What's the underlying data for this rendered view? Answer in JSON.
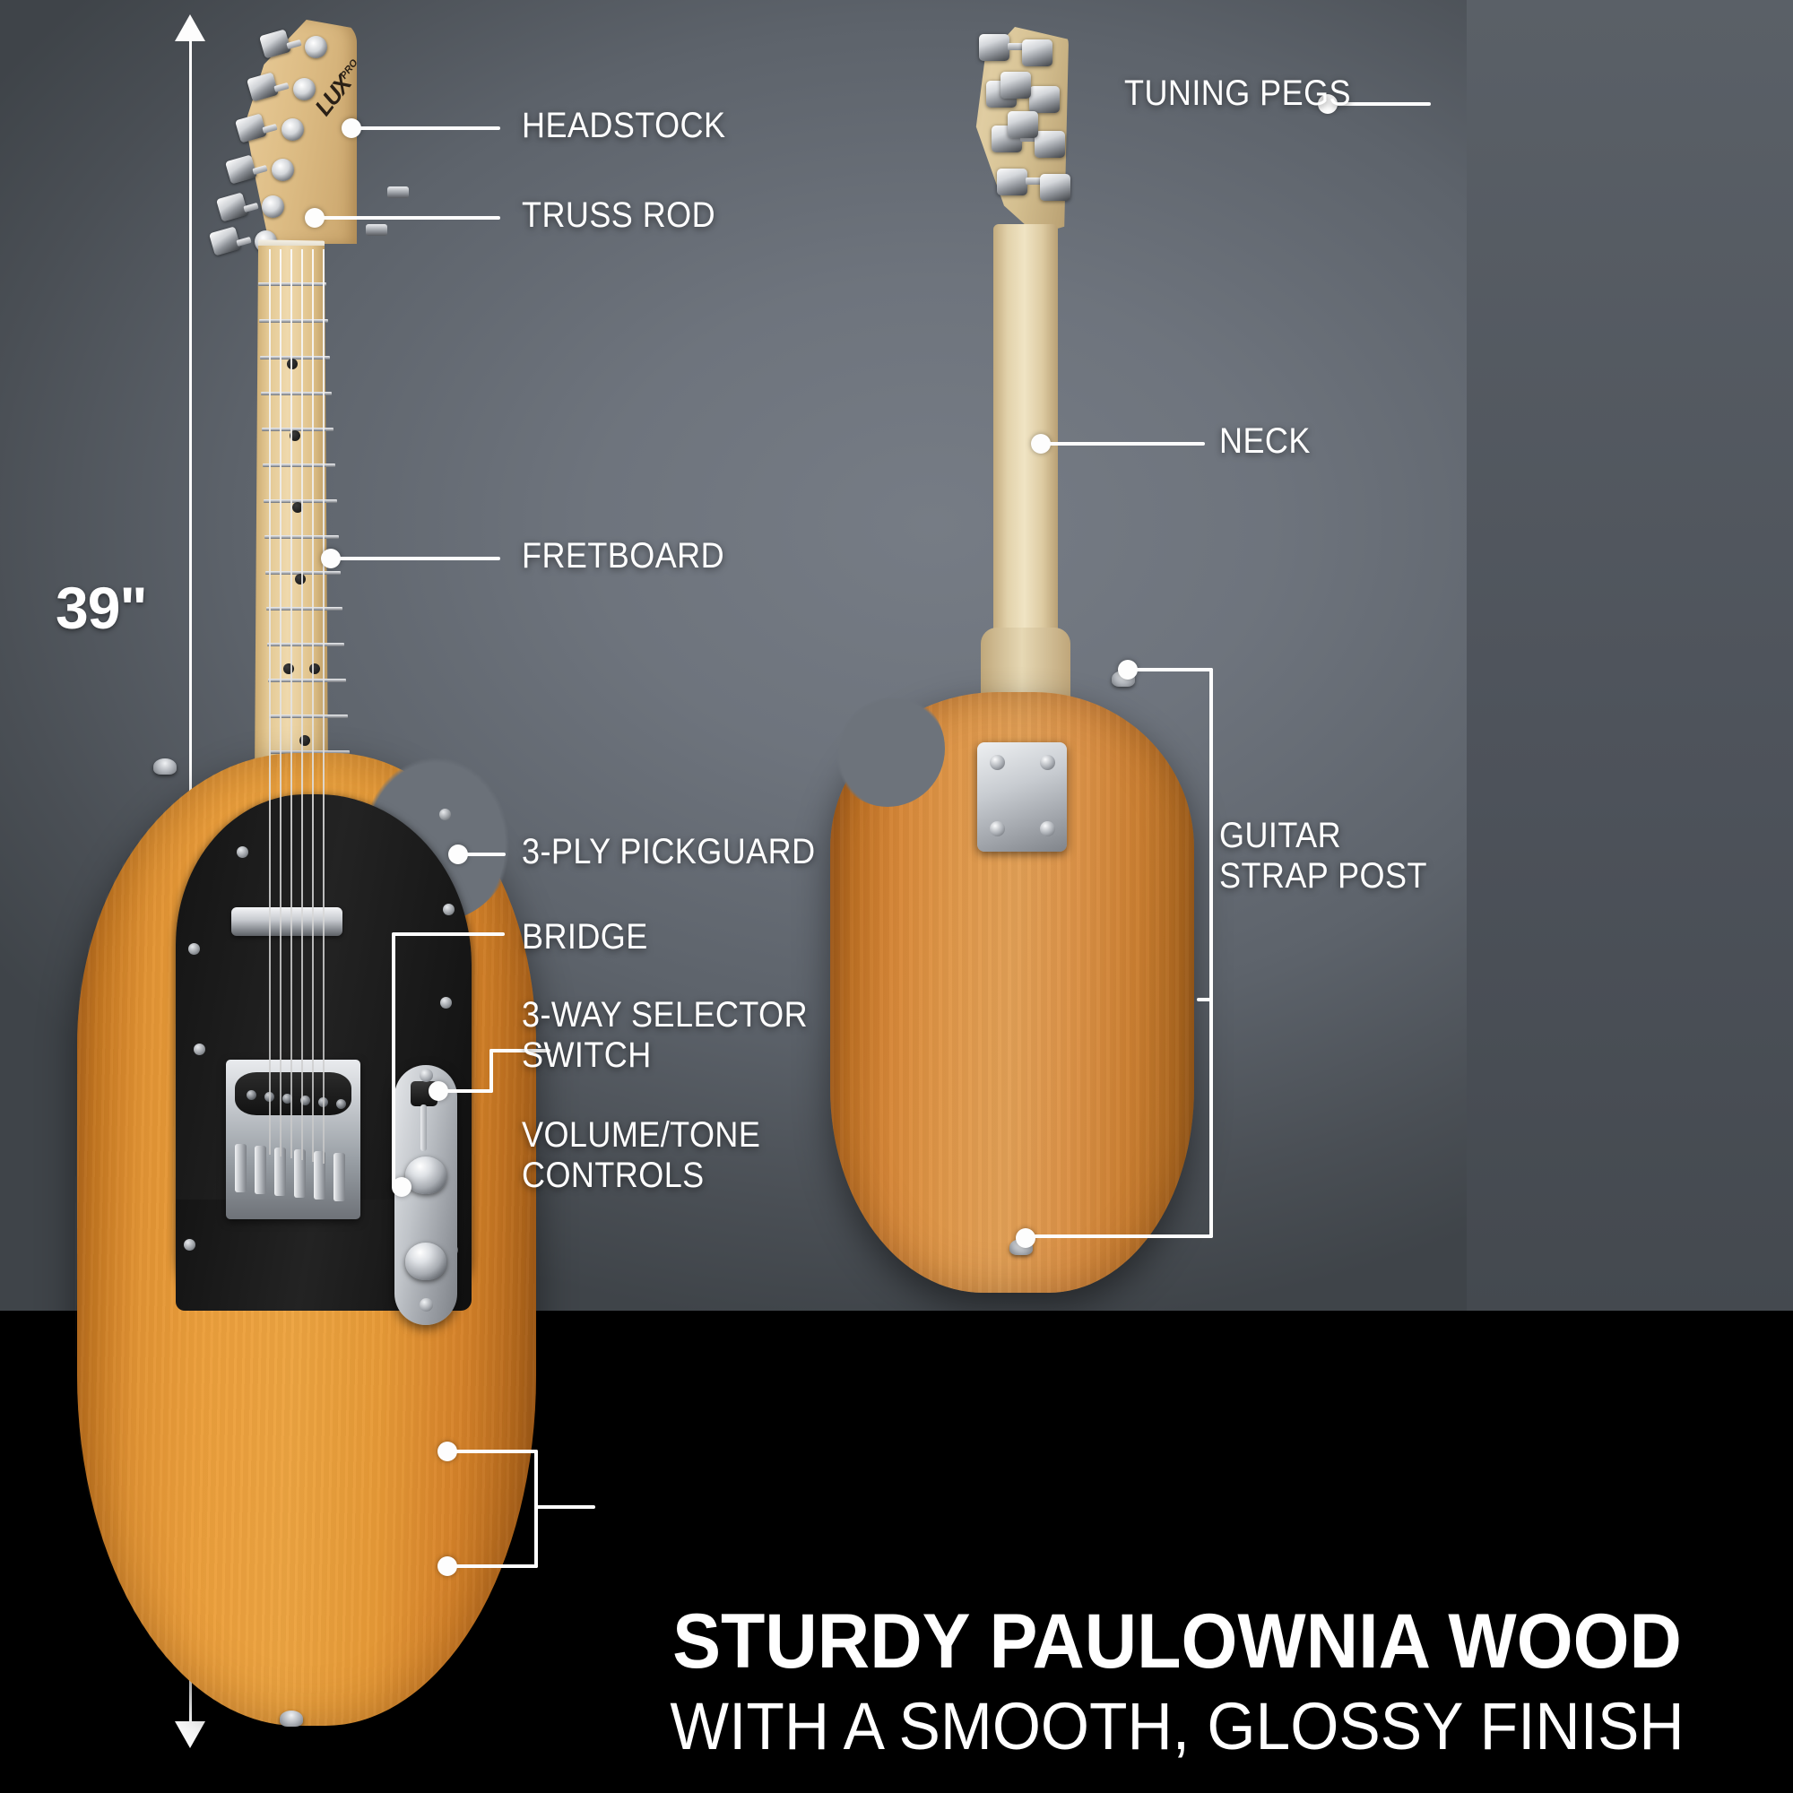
{
  "image": {
    "subject": "LyxPro electric guitar annotated diagram",
    "brand_logo": "LUX",
    "brand_logo_sup": "PRO"
  },
  "dimension": {
    "label": "39\"",
    "icon": "double-headed-vertical-arrow"
  },
  "callouts": {
    "front": [
      {
        "id": "headstock",
        "label": "HEADSTOCK"
      },
      {
        "id": "truss-rod",
        "label": "TRUSS ROD"
      },
      {
        "id": "fretboard",
        "label": "FRETBOARD"
      },
      {
        "id": "pickguard",
        "label": "3-PLY PICKGUARD"
      },
      {
        "id": "bridge",
        "label": "BRIDGE"
      },
      {
        "id": "selector",
        "label": "3-WAY SELECTOR\nSWITCH"
      },
      {
        "id": "volume-tone",
        "label": "VOLUME/TONE\nCONTROLS"
      }
    ],
    "back": [
      {
        "id": "tuning-pegs",
        "label": "TUNING PEGS"
      },
      {
        "id": "neck",
        "label": "NECK"
      },
      {
        "id": "strap-post",
        "label": "GUITAR\nSTRAP POST"
      }
    ]
  },
  "headline": {
    "line1": "STURDY PAULOWNIA WOOD",
    "line2": "WITH A SMOOTH, GLOSSY FINISH"
  },
  "colors": {
    "background_gray_center": "#767c85",
    "background_gray_edge": "#3f4449",
    "background_black": "#000000",
    "text_white": "#ffffff",
    "leader_line": "#fdfdfd",
    "body_wood_orange": "#eda441",
    "neck_maple": "#e6c894",
    "pickguard_black": "#141414",
    "chrome": "#c6c9ce"
  }
}
